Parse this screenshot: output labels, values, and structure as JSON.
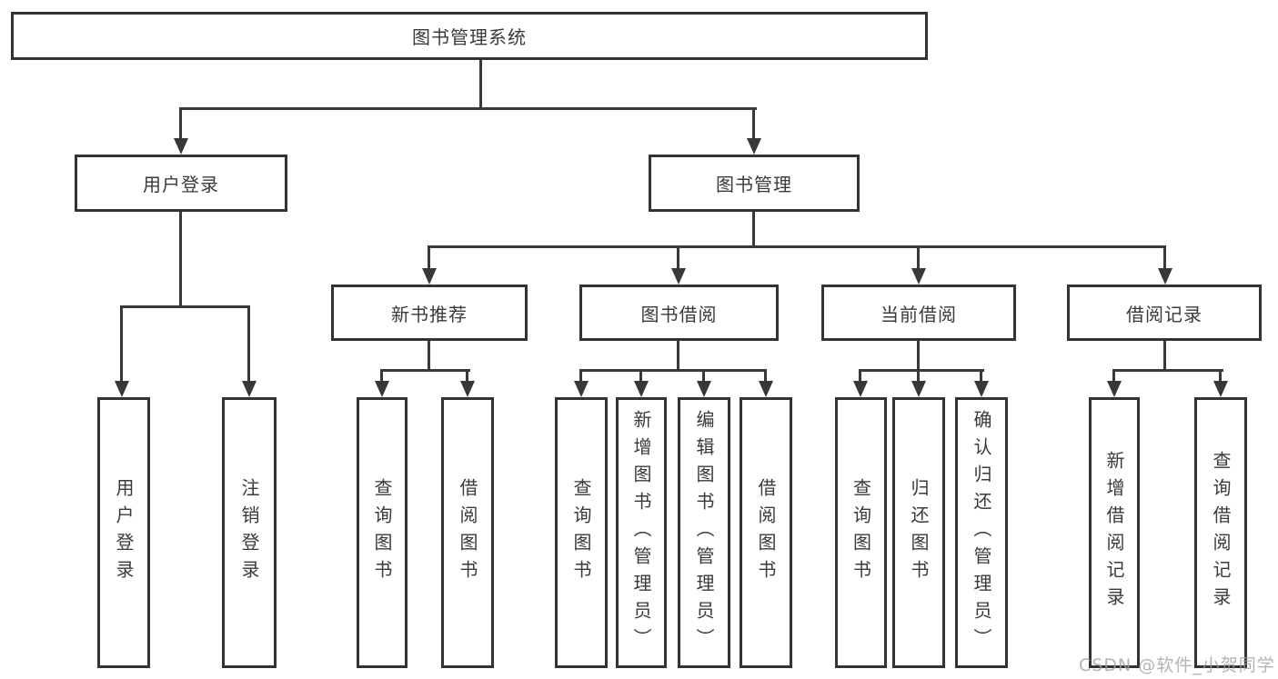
{
  "diagram": {
    "type": "tree",
    "colors": {
      "line": "#383838",
      "border": "#333333",
      "text": "#3a3a3a",
      "background": "#ffffff",
      "watermark": "#a0a0a0"
    },
    "nodes": {
      "root": {
        "label": "图书管理系统"
      },
      "user_login": {
        "label": "用户登录"
      },
      "book_management": {
        "label": "图书管理"
      },
      "new_book_recommend": {
        "label": "新书推荐"
      },
      "book_borrow": {
        "label": "图书借阅"
      },
      "current_borrow": {
        "label": "当前借阅"
      },
      "borrow_records": {
        "label": "借阅记录"
      },
      "leaf_user_login": {
        "label": "用户登录"
      },
      "leaf_logout": {
        "label": "注销登录"
      },
      "leaf_query_books_1": {
        "label": "查询图书"
      },
      "leaf_borrow_books_1": {
        "label": "借阅图书"
      },
      "leaf_query_books_2": {
        "label": "查询图书"
      },
      "leaf_add_books_admin": {
        "label": "新增图书（管理员）"
      },
      "leaf_edit_books_admin": {
        "label": "编辑图书（管理员）"
      },
      "leaf_borrow_books_2": {
        "label": "借阅图书"
      },
      "leaf_query_books_3": {
        "label": "查询图书"
      },
      "leaf_return_books": {
        "label": "归还图书"
      },
      "leaf_confirm_return_admin": {
        "label": "确认归还（管理员）"
      },
      "leaf_add_borrow_record": {
        "label": "新增借阅记录"
      },
      "leaf_query_borrow_record": {
        "label": "查询借阅记录"
      }
    },
    "hierarchy": {
      "图书管理系统": {
        "用户登录": [
          "用户登录",
          "注销登录"
        ],
        "图书管理": {
          "新书推荐": [
            "查询图书",
            "借阅图书"
          ],
          "图书借阅": [
            "查询图书",
            "新增图书（管理员）",
            "编辑图书（管理员）",
            "借阅图书"
          ],
          "当前借阅": [
            "查询图书",
            "归还图书",
            "确认归还（管理员）"
          ],
          "借阅记录": [
            "新增借阅记录",
            "查询借阅记录"
          ]
        }
      }
    },
    "watermark": {
      "text": "CSDN @软件_小贺同学"
    }
  }
}
